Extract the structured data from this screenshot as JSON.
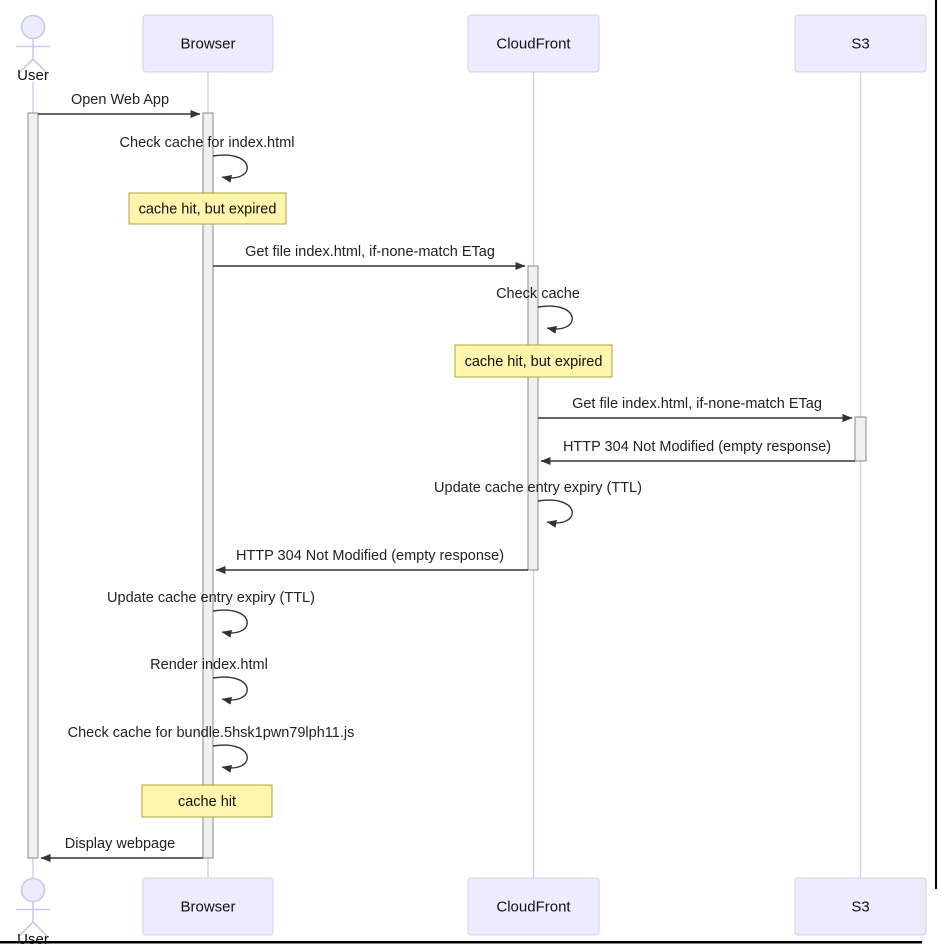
{
  "diagram": {
    "type": "sequence",
    "participants": [
      {
        "id": "user",
        "label": "User",
        "kind": "actor"
      },
      {
        "id": "browser",
        "label": "Browser",
        "kind": "participant"
      },
      {
        "id": "cloudfront",
        "label": "CloudFront",
        "kind": "participant"
      },
      {
        "id": "s3",
        "label": "S3",
        "kind": "participant"
      }
    ],
    "messages": [
      {
        "from": "User",
        "to": "Browser",
        "type": "arrow",
        "label": "Open Web App"
      },
      {
        "from": "Browser",
        "to": "Browser",
        "type": "self",
        "label": "Check cache for index.html"
      },
      {
        "over": "Browser",
        "type": "note",
        "label": "cache hit, but expired"
      },
      {
        "from": "Browser",
        "to": "CloudFront",
        "type": "arrow",
        "label": "Get file index.html, if-none-match ETag"
      },
      {
        "from": "CloudFront",
        "to": "CloudFront",
        "type": "self",
        "label": "Check cache"
      },
      {
        "over": "CloudFront",
        "type": "note",
        "label": "cache hit, but expired"
      },
      {
        "from": "CloudFront",
        "to": "S3",
        "type": "arrow",
        "label": "Get file index.html, if-none-match ETag"
      },
      {
        "from": "S3",
        "to": "CloudFront",
        "type": "arrow",
        "label": "HTTP 304 Not Modified (empty response)"
      },
      {
        "from": "CloudFront",
        "to": "CloudFront",
        "type": "self",
        "label": "Update cache entry expiry (TTL)"
      },
      {
        "from": "CloudFront",
        "to": "Browser",
        "type": "arrow",
        "label": "HTTP 304 Not Modified (empty response)"
      },
      {
        "from": "Browser",
        "to": "Browser",
        "type": "self",
        "label": "Update cache entry expiry (TTL)"
      },
      {
        "from": "Browser",
        "to": "Browser",
        "type": "self",
        "label": "Render index.html"
      },
      {
        "from": "Browser",
        "to": "Browser",
        "type": "self",
        "label": "Check cache for bundle.5hsk1pwn79lph11.js"
      },
      {
        "over": "Browser",
        "type": "note",
        "label": "cache hit"
      },
      {
        "from": "Browser",
        "to": "User",
        "type": "arrow",
        "label": "Display webpage"
      }
    ],
    "colors": {
      "participant_fill": "#ECECFF",
      "participant_border": "#cfcff2",
      "note_fill": "#FFF5AD",
      "note_border": "#AAAA33",
      "activation_fill": "#f0f0f0",
      "activation_border": "#8a8a8a",
      "lifeline": "#d0d0ee",
      "arrow": "#333333",
      "text": "#222222"
    }
  }
}
